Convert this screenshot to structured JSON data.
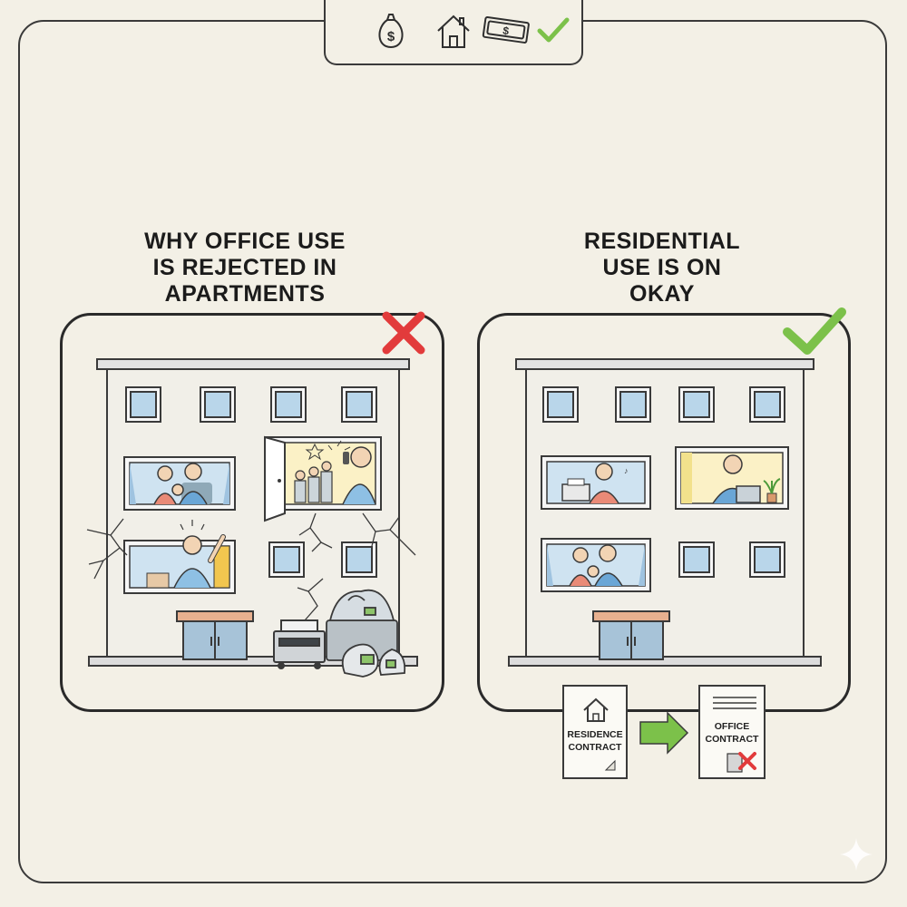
{
  "header": {
    "icons": [
      "money-bag-icon",
      "house-icon",
      "dollar-bill-icon",
      "checkmark-icon"
    ]
  },
  "left_panel": {
    "heading": "WHY OFFICE USE\nIS REJECTED IN\nAPARTMENTS",
    "status_icon": "red-x-icon",
    "status_color": "#e23b3b"
  },
  "right_panel": {
    "heading": "RESIDENTIAL\nUSE IS ON\nOKAY",
    "status_icon": "green-check-icon",
    "status_color": "#7cc14a"
  },
  "documents": {
    "residence": "RESIDENCE\nCONTRACT",
    "office": "OFFICE\nCONTRACT",
    "arrow_color": "#7cc14a"
  },
  "colors": {
    "background": "#f3f0e6",
    "building": "#f1efe8",
    "window_glass": "#b9d6ea",
    "door": "#a7c3d8",
    "awning": "#e8b08f"
  }
}
